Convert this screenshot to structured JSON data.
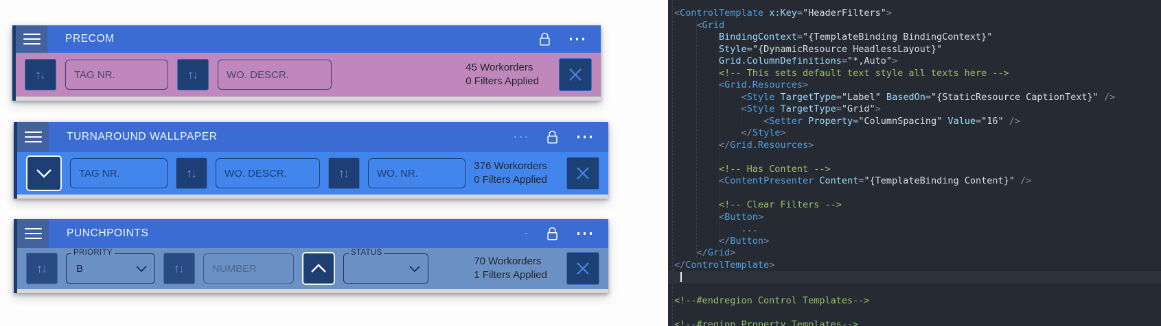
{
  "panels": [
    {
      "title": "PRECOM",
      "filters": {
        "tag_nr": "TAG NR.",
        "wo_descr": "WO. DESCR."
      },
      "status": {
        "workorders": "45 Workorders",
        "filters_applied": "0 Filters Applied"
      }
    },
    {
      "title": "TURNAROUND WALLPAPER",
      "filters": {
        "tag_nr": "TAG NR.",
        "wo_descr": "WO. DESCR.",
        "wo_nr": "WO. NR."
      },
      "status": {
        "workorders": "376 Workorders",
        "filters_applied": "0 Filters Applied"
      }
    },
    {
      "title": "PUNCHPOINTS",
      "filters": {
        "priority_label": "PRIORITY",
        "priority_value": "B",
        "number": "NUMBER",
        "status_label": "STATUS",
        "status_value": ""
      },
      "status": {
        "workorders": "70 Workorders",
        "filters_applied": "1 Filters Applied"
      }
    }
  ],
  "icons": {
    "menu": "hamburger",
    "lock": "padlock-outline",
    "more": "ellipsis",
    "sort": "up-down-arrows",
    "clear": "x-cross",
    "collapse_down": "chevron-down",
    "collapse_up": "chevron-up"
  },
  "colors": {
    "header_blue": "#3a6cd4",
    "precom_row": "#bf87bc",
    "turnaround_row": "#4285ec",
    "punchpoints_row": "#6b90c4",
    "button_navy": "#1d4174",
    "editor_bg": "#262b33",
    "token_tag": "#4fa0e0",
    "token_attribute": "#9cdcfe",
    "token_string": "#dadee5",
    "token_comment": "#97c06a",
    "token_punctuation": "#7f8aa6"
  },
  "editor": {
    "cursor_line_index": 22,
    "lines": [
      [
        [
          "p",
          "<"
        ],
        [
          "t",
          "ControlTemplate"
        ],
        [
          "d",
          " "
        ],
        [
          "a",
          "x:Key"
        ],
        [
          "o",
          "="
        ],
        [
          "s",
          "\"HeaderFilters\""
        ],
        [
          "p",
          ">"
        ]
      ],
      [
        [
          "d",
          "    "
        ],
        [
          "p",
          "<"
        ],
        [
          "t",
          "Grid"
        ]
      ],
      [
        [
          "d",
          "        "
        ],
        [
          "a",
          "BindingContext"
        ],
        [
          "o",
          "="
        ],
        [
          "s",
          "\"{TemplateBinding BindingContext}\""
        ]
      ],
      [
        [
          "d",
          "        "
        ],
        [
          "a",
          "Style"
        ],
        [
          "o",
          "="
        ],
        [
          "s",
          "\"{DynamicResource HeadlessLayout}\""
        ]
      ],
      [
        [
          "d",
          "        "
        ],
        [
          "a",
          "Grid.ColumnDefinitions"
        ],
        [
          "o",
          "="
        ],
        [
          "s",
          "\"*,Auto\""
        ],
        [
          "p",
          ">"
        ]
      ],
      [
        [
          "d",
          "        "
        ],
        [
          "c",
          "<!-- This sets default text style all texts here -->"
        ]
      ],
      [
        [
          "d",
          "        "
        ],
        [
          "p",
          "<"
        ],
        [
          "t",
          "Grid.Resources"
        ],
        [
          "p",
          ">"
        ]
      ],
      [
        [
          "d",
          "            "
        ],
        [
          "p",
          "<"
        ],
        [
          "t",
          "Style"
        ],
        [
          "d",
          " "
        ],
        [
          "a",
          "TargetType"
        ],
        [
          "o",
          "="
        ],
        [
          "s",
          "\"Label\""
        ],
        [
          "d",
          " "
        ],
        [
          "a",
          "BasedOn"
        ],
        [
          "o",
          "="
        ],
        [
          "s",
          "\"{StaticResource CaptionText}\""
        ],
        [
          "d",
          " "
        ],
        [
          "p",
          "/>"
        ]
      ],
      [
        [
          "d",
          "            "
        ],
        [
          "p",
          "<"
        ],
        [
          "t",
          "Style"
        ],
        [
          "d",
          " "
        ],
        [
          "a",
          "TargetType"
        ],
        [
          "o",
          "="
        ],
        [
          "s",
          "\"Grid\""
        ],
        [
          "p",
          ">"
        ]
      ],
      [
        [
          "d",
          "                "
        ],
        [
          "p",
          "<"
        ],
        [
          "t",
          "Setter"
        ],
        [
          "d",
          " "
        ],
        [
          "a",
          "Property"
        ],
        [
          "o",
          "="
        ],
        [
          "s",
          "\"ColumnSpacing\""
        ],
        [
          "d",
          " "
        ],
        [
          "a",
          "Value"
        ],
        [
          "o",
          "="
        ],
        [
          "s",
          "\"16\""
        ],
        [
          "d",
          " "
        ],
        [
          "p",
          "/>"
        ]
      ],
      [
        [
          "d",
          "            "
        ],
        [
          "p",
          "</"
        ],
        [
          "t",
          "Style"
        ],
        [
          "p",
          ">"
        ]
      ],
      [
        [
          "d",
          "        "
        ],
        [
          "p",
          "</"
        ],
        [
          "t",
          "Grid.Resources"
        ],
        [
          "p",
          ">"
        ]
      ],
      [],
      [
        [
          "d",
          "        "
        ],
        [
          "c",
          "<!-- Has Content -->"
        ]
      ],
      [
        [
          "d",
          "        "
        ],
        [
          "p",
          "<"
        ],
        [
          "t",
          "ContentPresenter"
        ],
        [
          "d",
          " "
        ],
        [
          "a",
          "Content"
        ],
        [
          "o",
          "="
        ],
        [
          "s",
          "\"{TemplateBinding Content}\""
        ],
        [
          "d",
          " "
        ],
        [
          "p",
          "/>"
        ]
      ],
      [],
      [
        [
          "d",
          "        "
        ],
        [
          "c",
          "<!-- Clear Filters -->"
        ]
      ],
      [
        [
          "d",
          "        "
        ],
        [
          "p",
          "<"
        ],
        [
          "t",
          "Button"
        ],
        [
          "p",
          ">"
        ]
      ],
      [
        [
          "d",
          "            "
        ],
        [
          "p",
          "..."
        ]
      ],
      [
        [
          "d",
          "        "
        ],
        [
          "p",
          "</"
        ],
        [
          "t",
          "Button"
        ],
        [
          "p",
          ">"
        ]
      ],
      [
        [
          "d",
          "    "
        ],
        [
          "p",
          "</"
        ],
        [
          "t",
          "Grid"
        ],
        [
          "p",
          ">"
        ]
      ],
      [
        [
          "p",
          "</"
        ],
        [
          "t",
          "ControlTemplate"
        ],
        [
          "p",
          ">"
        ]
      ],
      [],
      [],
      [
        [
          "c",
          "<!--#endregion Control Templates-->"
        ]
      ],
      [],
      [
        [
          "c",
          "<!--#region Property Templates-->"
        ]
      ]
    ]
  }
}
